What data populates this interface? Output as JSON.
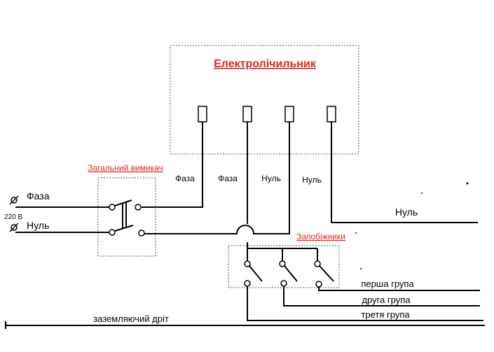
{
  "meter": {
    "title": "Електролічильник"
  },
  "main_switch": {
    "label": "Загальний вимикач"
  },
  "fuses": {
    "label": "Запобіжники"
  },
  "input": {
    "phase": "Фаза",
    "neutral": "Нуль",
    "voltage": "220 В"
  },
  "meter_terminals": [
    "Фаза",
    "Фаза",
    "Нуль",
    "Нуль"
  ],
  "outgoing_neutral": "Нуль",
  "groups": [
    "перша група",
    "друга група",
    "третя група"
  ],
  "ground_wire": "заземляючий дріт",
  "colors": {
    "accent_red": "#e0261f",
    "line": "#000000",
    "dash": "#555555"
  }
}
